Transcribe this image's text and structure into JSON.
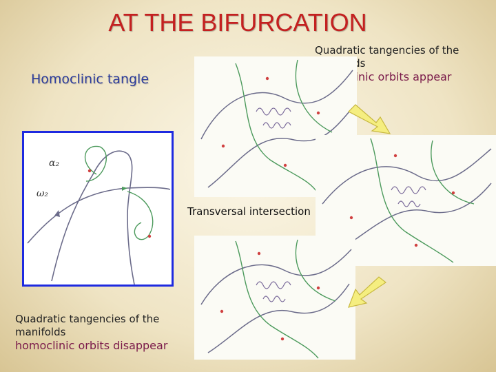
{
  "slide": {
    "title": "AT THE BIFURCATION",
    "left_heading": "Homoclinic tangle",
    "top_caption": {
      "line1": "Quadratic tangencies of the manifolds",
      "line2": "homoclinic orbits appear"
    },
    "bottom_caption": {
      "line1": "Quadratic tangencies of the manifolds",
      "line2": "homoclinic orbits disappear"
    },
    "middle_caption": "Transversal intersection",
    "left_figure": {
      "label_alpha": "α₂",
      "label_omega": "ω₂"
    },
    "arrows": [
      "arrow-down-right-icon",
      "arrow-down-left-icon"
    ],
    "colors": {
      "title": "#c42020",
      "heading": "#2c3c9c",
      "frame": "#1e2ae0",
      "arrow_fill": "#f5ee80"
    }
  }
}
